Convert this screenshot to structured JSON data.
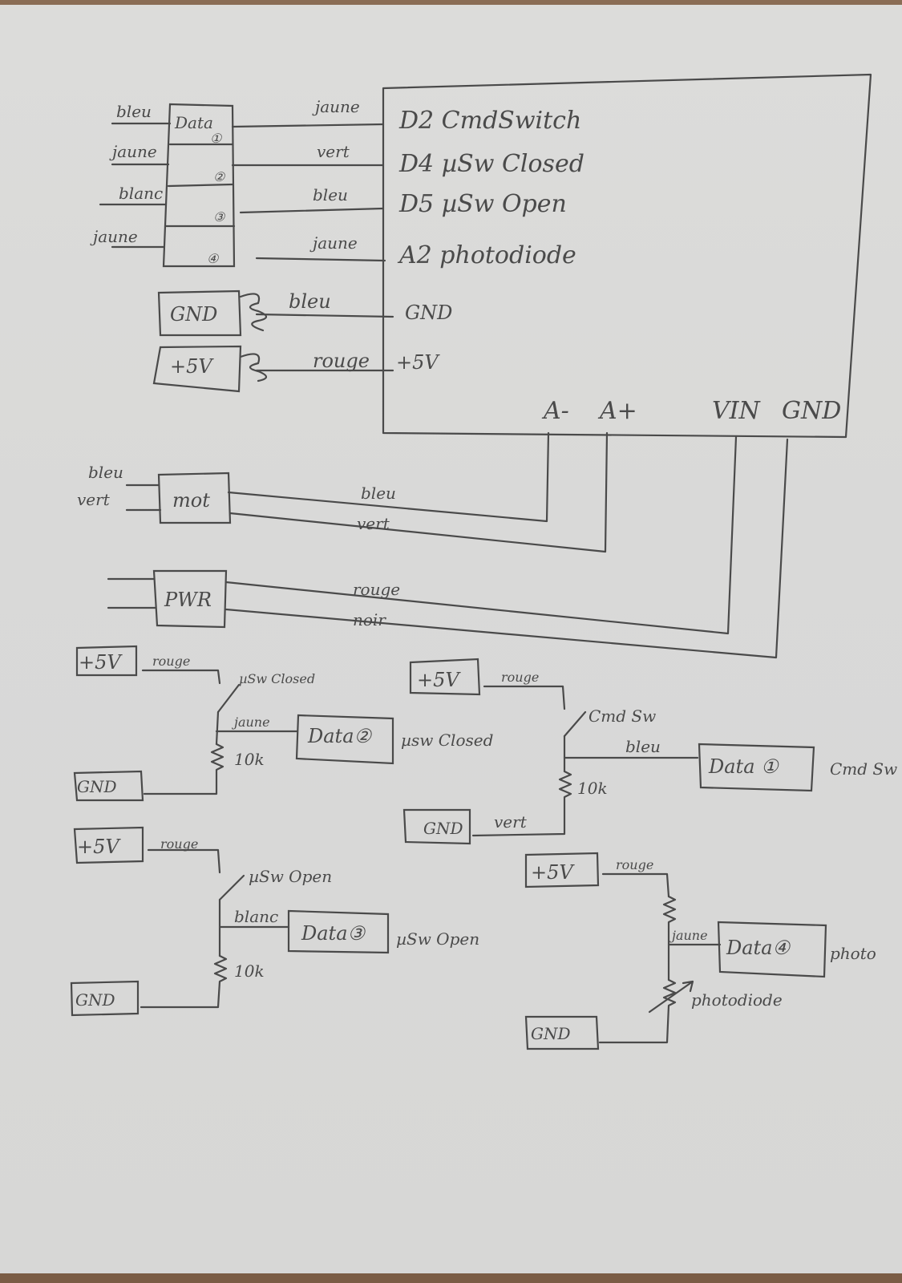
{
  "board": {
    "pins": [
      "D2 CmdSwitch",
      "D4 µSw Closed",
      "D5 µSw Open",
      "A2 photodiode",
      "GND",
      "+5V"
    ],
    "bottom_pins": [
      "A-",
      "A+",
      "VIN",
      "GND"
    ]
  },
  "connector": {
    "label": "Data",
    "pin_numbers": [
      "①",
      "②",
      "③",
      "④"
    ],
    "left_wires": [
      "bleu",
      "jaune",
      "blanc",
      "jaune"
    ],
    "right_wires": [
      "jaune",
      "vert",
      "bleu",
      "jaune"
    ]
  },
  "gnd_block": {
    "label": "GND",
    "wire": "bleu"
  },
  "v5_block": {
    "label": "+5V",
    "wire": "rouge"
  },
  "mot": {
    "label": "mot",
    "left_wires": [
      "bleu",
      "vert"
    ],
    "right_wires": [
      "bleu",
      "vert"
    ]
  },
  "pwr": {
    "label": "PWR",
    "wires": [
      "rouge",
      "noir"
    ]
  },
  "circuits": {
    "closed": {
      "v5": "+5V",
      "v5_wire": "rouge",
      "switch": "µSw Closed",
      "mid_wire": "jaune",
      "data": "Data②",
      "data_note": "µsw Closed",
      "resistor": "10k",
      "gnd": "GND"
    },
    "cmd": {
      "v5": "+5V",
      "v5_wire": "rouge",
      "switch": "Cmd Sw",
      "mid_wire": "bleu",
      "data": "Data ①",
      "data_note": "Cmd Sw",
      "resistor": "10k",
      "gnd": "GND",
      "gnd_wire": "vert"
    },
    "open": {
      "v5": "+5V",
      "v5_wire": "rouge",
      "switch": "µSw Open",
      "mid_wire": "blanc",
      "data": "Data③",
      "data_note": "µSw Open",
      "resistor": "10k",
      "gnd": "GND"
    },
    "photo": {
      "v5": "+5V",
      "v5_wire": "rouge",
      "mid_wire": "jaune",
      "data": "Data④",
      "data_note": "photo",
      "sensor": "photodiode",
      "gnd": "GND"
    }
  }
}
